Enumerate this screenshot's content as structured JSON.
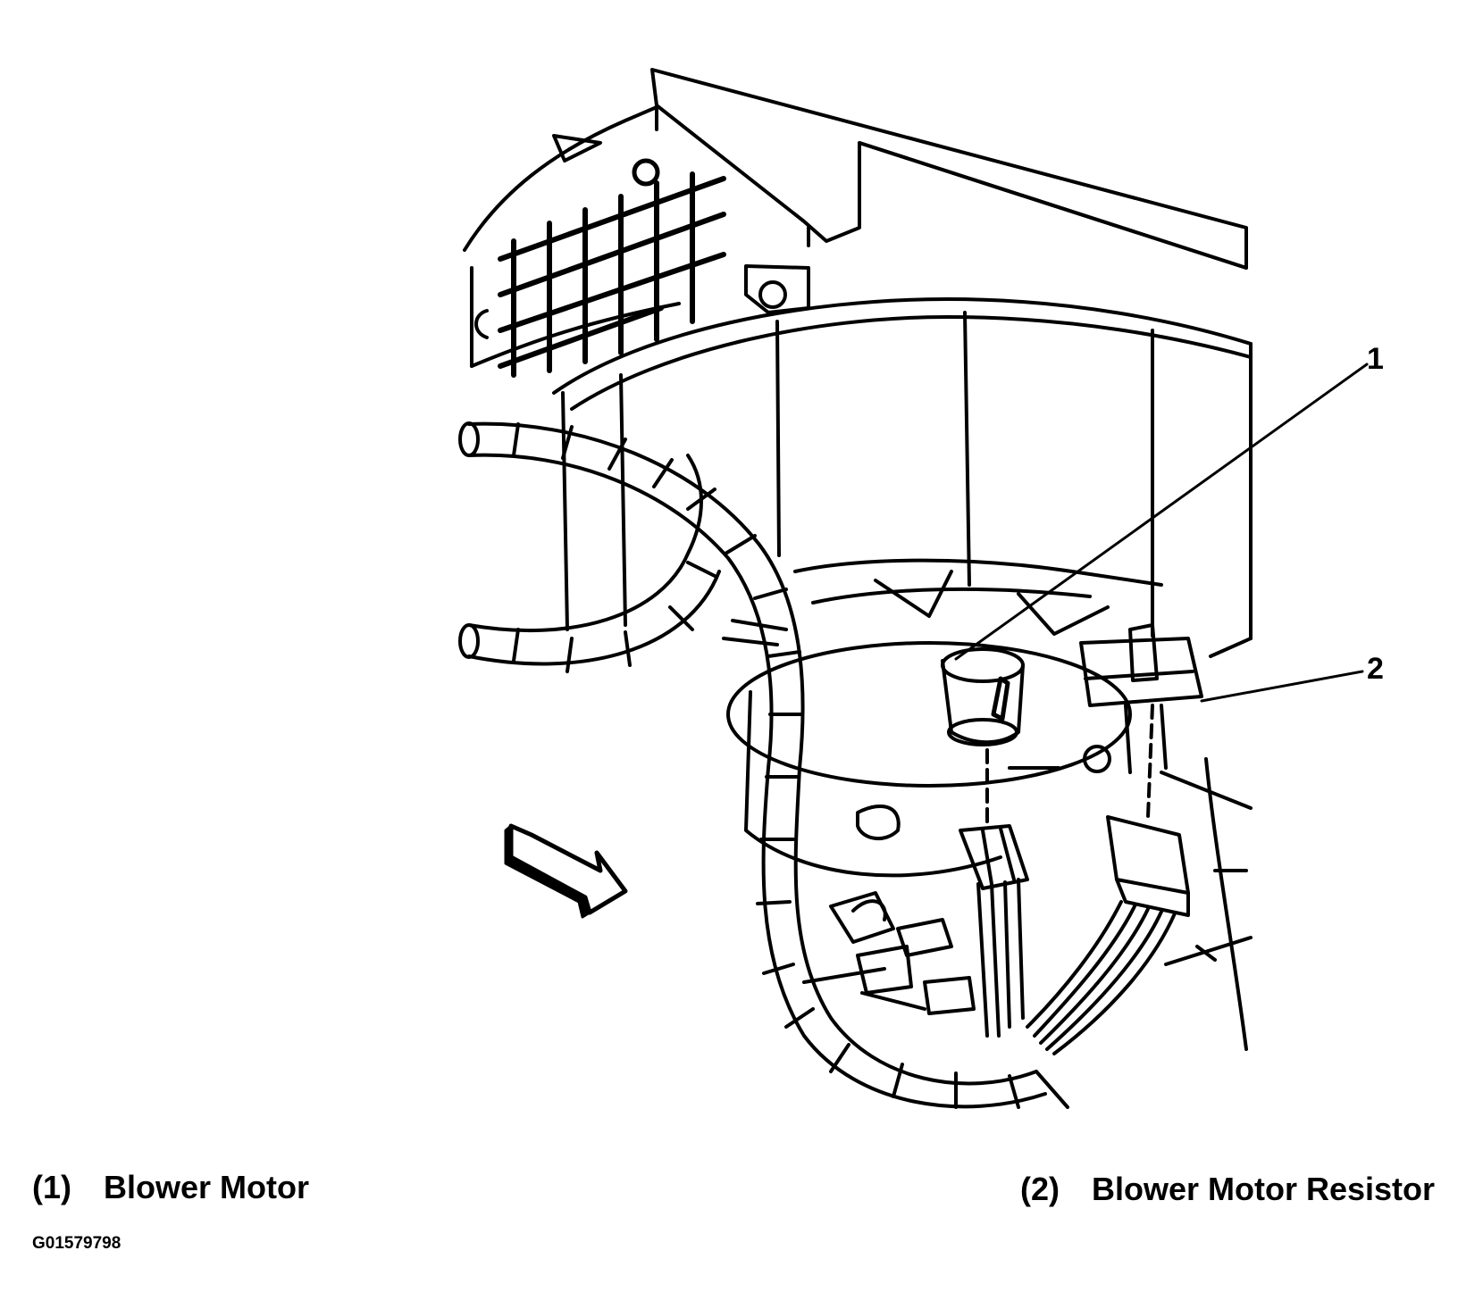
{
  "callouts": [
    {
      "number": "1"
    },
    {
      "number": "2"
    }
  ],
  "legend": [
    {
      "number": "(1)",
      "label": "Blower Motor"
    },
    {
      "number": "(2)",
      "label": "Blower Motor Resistor"
    }
  ],
  "figure_id": "G01579798",
  "ink_color": "#000000",
  "background_color": "#ffffff"
}
